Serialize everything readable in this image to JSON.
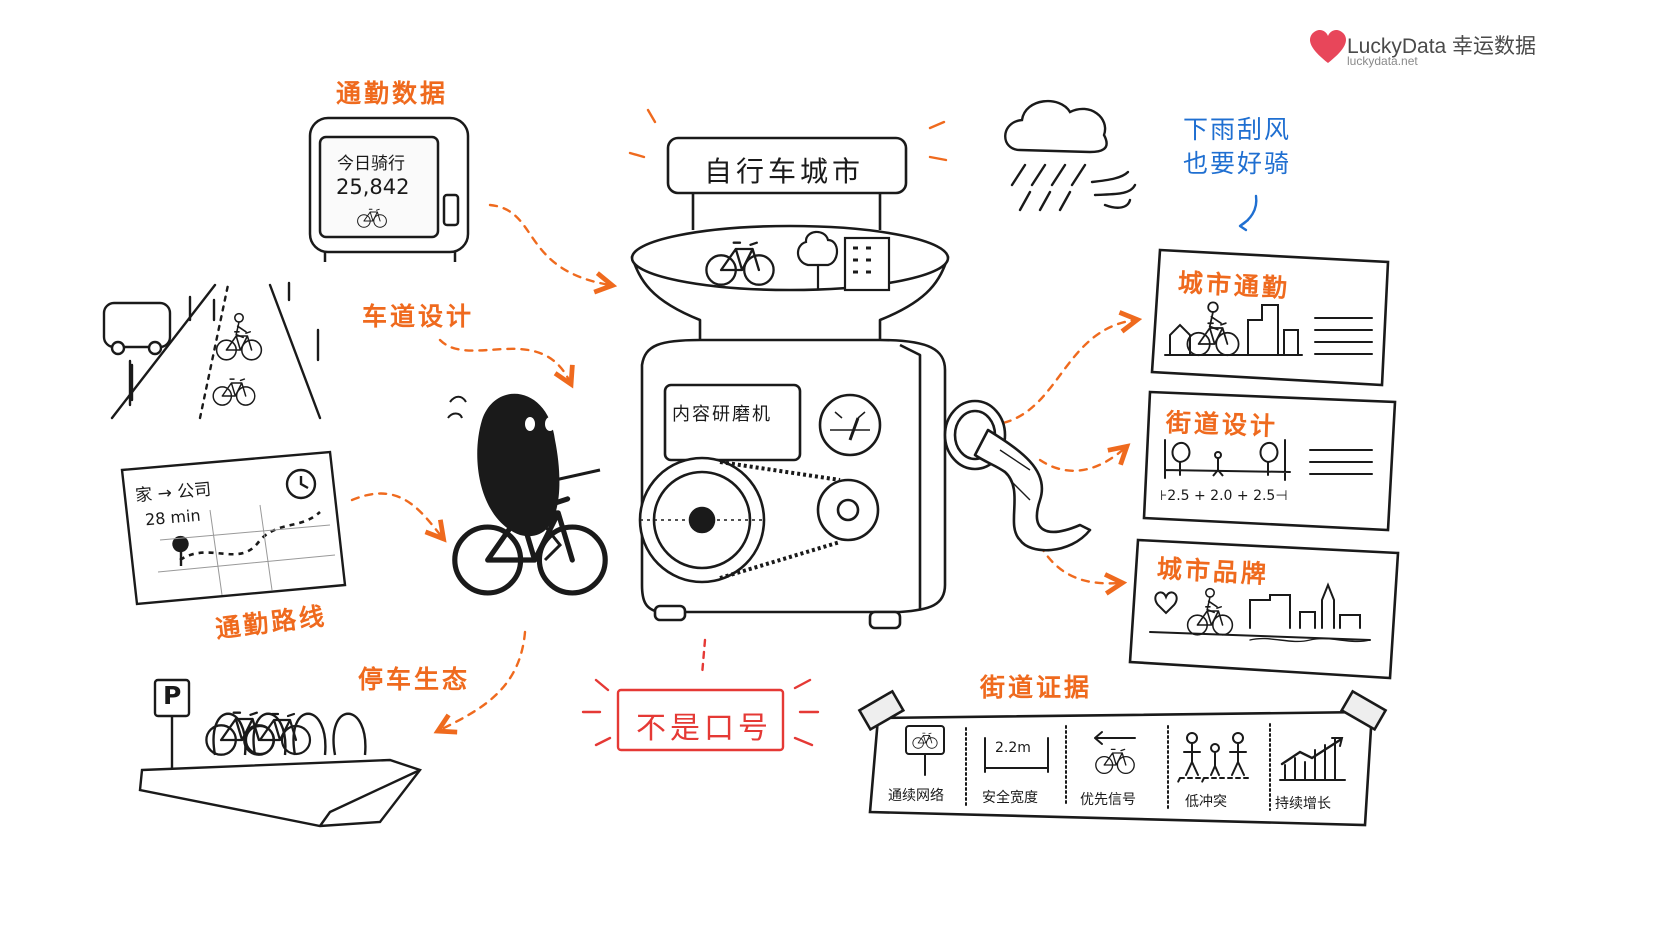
{
  "brand": {
    "name": "LuckyData 幸运数据",
    "url": "luckydata.net",
    "color": "#e8465a"
  },
  "colors": {
    "accent": "#ef6a1e",
    "blue": "#1f6fd1",
    "red": "#e53935",
    "ink": "#1a1a1a"
  },
  "machine": {
    "sign": "自行车城市",
    "panel": "内容研磨机"
  },
  "inputs": {
    "commute_data": {
      "title": "通勤数据",
      "screen_label": "今日骑行",
      "count": "25,842"
    },
    "lane_design": {
      "title": "车道设计"
    },
    "commute_route": {
      "title": "通勤路线",
      "route": "家 → 公司",
      "duration": "28 min"
    },
    "parking": {
      "title": "停车生态",
      "sign": "P"
    }
  },
  "weather": {
    "line1": "下雨刮风",
    "line2": "也要好骑"
  },
  "outputs": [
    {
      "title": "城市通勤"
    },
    {
      "title": "街道设计",
      "dims": "⊦2.5 + 2.0 + 2.5⊣"
    },
    {
      "title": "城市品牌"
    }
  ],
  "not_slogan": "不是口号",
  "evidence": {
    "title": "街道证据",
    "width_label": "2.2m",
    "items": [
      "通续网络",
      "安全宽度",
      "优先信号",
      "低冲突",
      "持续增长"
    ]
  }
}
